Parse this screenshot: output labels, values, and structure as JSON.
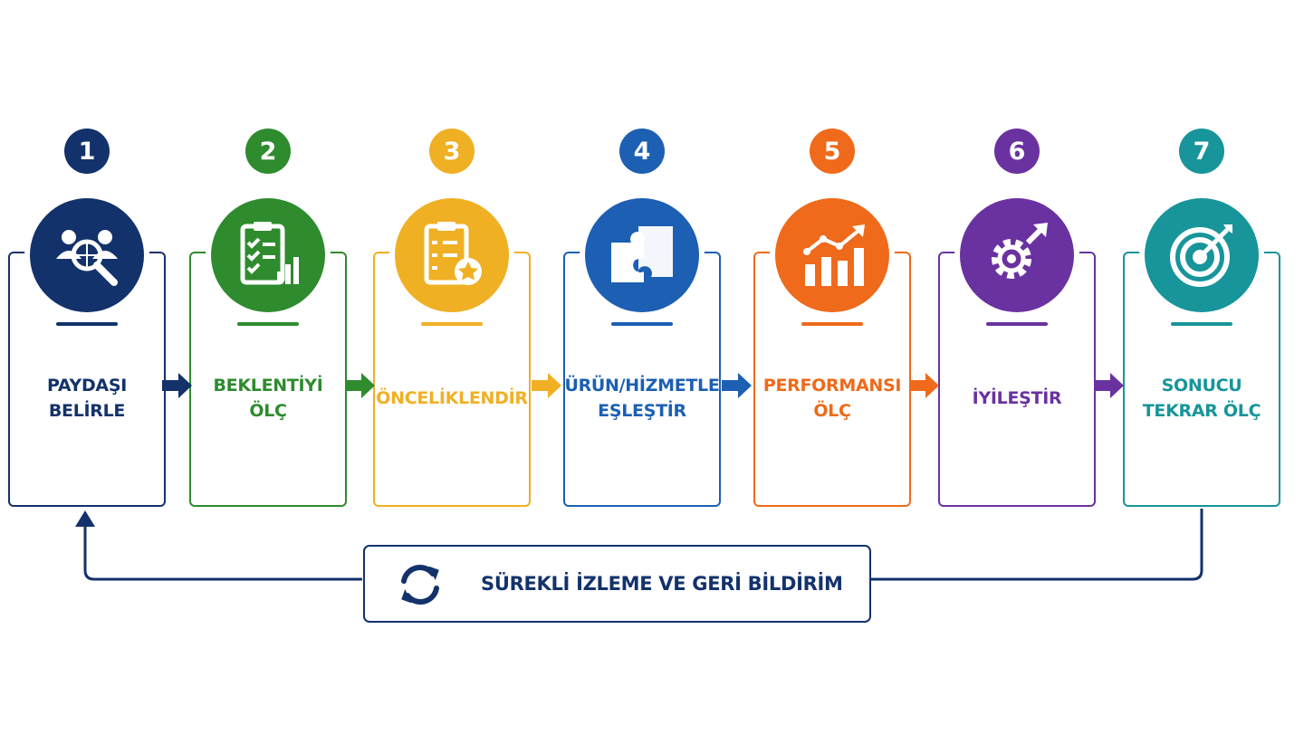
{
  "steps": [
    {
      "number": "1",
      "label": "PAYDAŞI\nBELİRLE",
      "color": "#13326b",
      "icon": "stakeholder-search-icon"
    },
    {
      "number": "2",
      "label": "BEKLENTİYİ\nÖLÇ",
      "color": "#2e8b2e",
      "icon": "checklist-chart-icon"
    },
    {
      "number": "3",
      "label": "ÖNCELİKLENDİR",
      "color": "#f0b024",
      "icon": "clipboard-star-icon"
    },
    {
      "number": "4",
      "label": "ÜRÜN/HİZMETLE\nEŞLEŞTİR",
      "color": "#1c5fb3",
      "icon": "puzzle-icon"
    },
    {
      "number": "5",
      "label": "PERFORMANSI\nÖLÇ",
      "color": "#ef6a1a",
      "icon": "growth-chart-icon"
    },
    {
      "number": "6",
      "label": "İYİLEŞTİR",
      "color": "#6a32a0",
      "icon": "gear-up-arrow-icon"
    },
    {
      "number": "7",
      "label": "SONUCU\nTEKRAR ÖLÇ",
      "color": "#17959a",
      "icon": "target-icon"
    }
  ],
  "feedback": {
    "label": "SÜREKLİ İZLEME VE GERİ BİLDİRİM",
    "color": "#13326b",
    "icon": "refresh-cycle-icon"
  }
}
